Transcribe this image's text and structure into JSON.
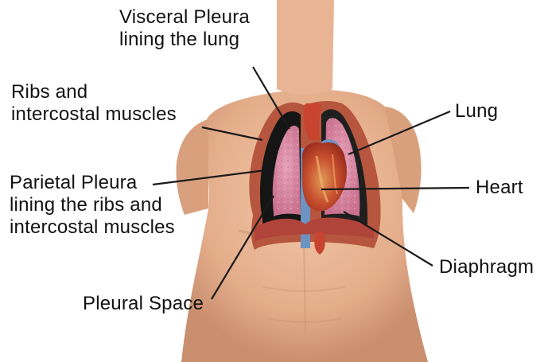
{
  "colors": {
    "background": "#ffffff",
    "skin": "#e9b896",
    "skin_shadow": "#c98f6f",
    "lung": "#d98aa4",
    "pleural_space": "#151515",
    "heart": "#c8442f",
    "vessel_blue": "#6d93c2",
    "leader_line": "#1a1a1a"
  },
  "labels": {
    "visceral_pleura": [
      "Visceral Pleura",
      "lining the lung"
    ],
    "ribs": [
      "Ribs and",
      "intercostal muscles"
    ],
    "parietal_pleura": [
      "Parietal Pleura",
      "lining the ribs and",
      "intercostal muscles"
    ],
    "pleural_space": [
      "Pleural Space"
    ],
    "lung": [
      "Lung"
    ],
    "heart": [
      "Heart"
    ],
    "diaphragm": [
      "Diaphragm"
    ]
  }
}
